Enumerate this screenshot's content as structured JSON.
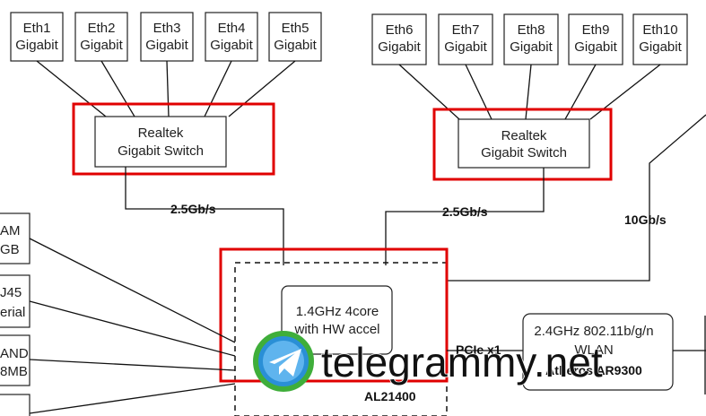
{
  "left_ports": [
    {
      "line1": "Eth1",
      "line2": "Gigabit"
    },
    {
      "line1": "Eth2",
      "line2": "Gigabit"
    },
    {
      "line1": "Eth3",
      "line2": "Gigabit"
    },
    {
      "line1": "Eth4",
      "line2": "Gigabit"
    },
    {
      "line1": "Eth5",
      "line2": "Gigabit"
    }
  ],
  "right_ports": [
    {
      "line1": "Eth6",
      "line2": "Gigabit"
    },
    {
      "line1": "Eth7",
      "line2": "Gigabit"
    },
    {
      "line1": "Eth8",
      "line2": "Gigabit"
    },
    {
      "line1": "Eth9",
      "line2": "Gigabit"
    },
    {
      "line1": "Eth10",
      "line2": "Gigabit"
    }
  ],
  "switch_left": {
    "line1": "Realtek",
    "line2": "Gigabit Switch"
  },
  "switch_right": {
    "line1": "Realtek",
    "line2": "Gigabit Switch"
  },
  "links": {
    "left": "2.5Gb/s",
    "right": "2.5Gb/s",
    "uplink": "10Gb/s"
  },
  "cpu": {
    "line1": "1.4GHz 4core",
    "line2": "with HW accel"
  },
  "soc_label": "AL21400",
  "wlan": {
    "line1": "2.4GHz 802.11b/g/n",
    "line2": "WLAN",
    "line3": "Atheros AR9300"
  },
  "pcie_label": "PCIe x1",
  "side_boxes": [
    {
      "line1": "AM",
      "line2": "GB"
    },
    {
      "line1": "J45",
      "line2": "erial"
    },
    {
      "line1": "AND",
      "line2": "8MB"
    }
  ],
  "watermark": "telegrammy.net",
  "colors": {
    "highlight": "#e00000",
    "logo_blue": "#2a8fd6",
    "logo_green": "#3fae3a"
  }
}
